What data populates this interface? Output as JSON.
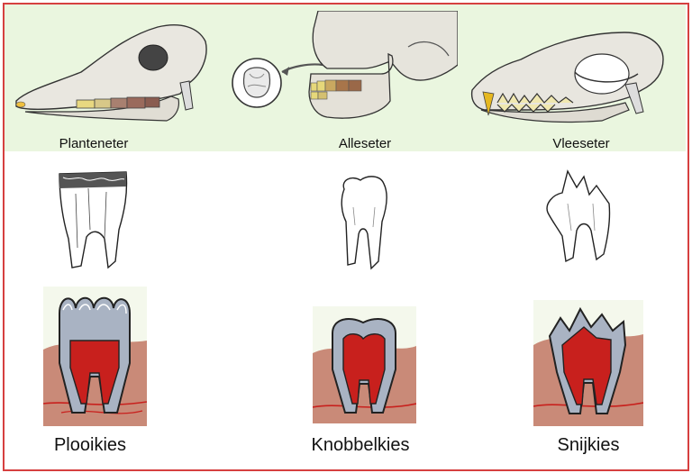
{
  "diet_labels": {
    "herbivore": "Planteneter",
    "omnivore": "Alleseter",
    "carnivore": "Vleeseter"
  },
  "molar_labels": {
    "herbivore": "Plooikies",
    "omnivore": "Knobbelkies",
    "carnivore": "Snijkies"
  },
  "colors": {
    "frame": "#d64040",
    "band": "#eaf6df",
    "gum": "#c98a78",
    "pulp": "#c8201d",
    "enamel": "#a9b3c3",
    "bone": "#e8e6df"
  }
}
